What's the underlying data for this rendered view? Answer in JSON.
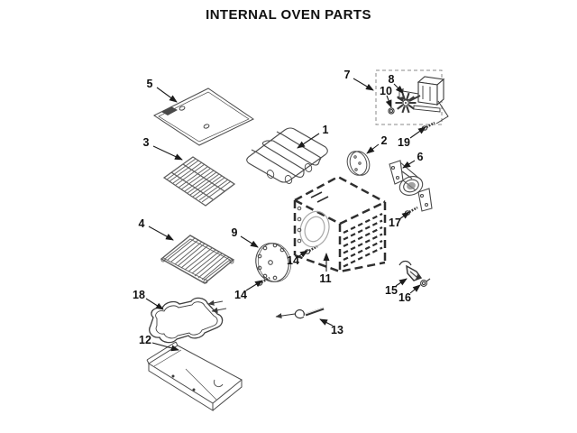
{
  "title": "INTERNAL OVEN PARTS",
  "colors": {
    "background": "#ffffff",
    "line": "#4a4a4a",
    "heavy_line": "#2e2e2e",
    "label": "#111111"
  },
  "callouts": {
    "c1": "1",
    "c2": "2",
    "c3": "3",
    "c4": "4",
    "c5": "5",
    "c6": "6",
    "c7": "7",
    "c8": "8",
    "c9": "9",
    "c10": "10",
    "c11": "11",
    "c12": "12",
    "c13": "13",
    "c14a": "14",
    "c14b": "14",
    "c15": "15",
    "c16": "16",
    "c17": "17",
    "c18": "18",
    "c19": "19"
  }
}
